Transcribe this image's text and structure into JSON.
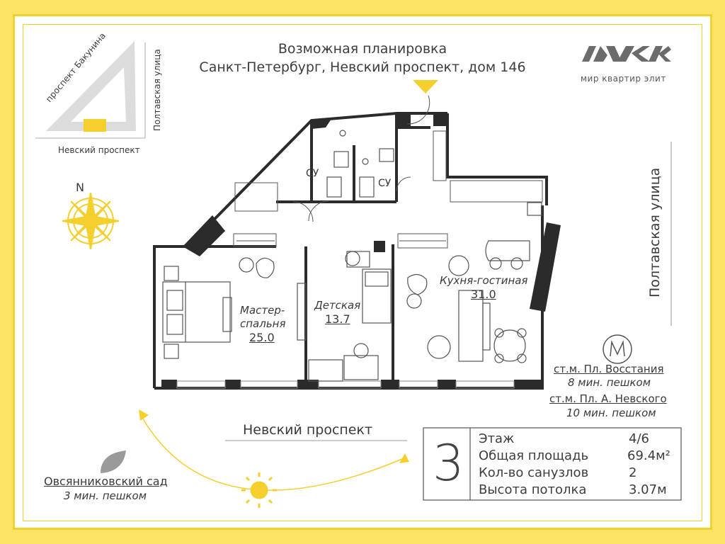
{
  "header": {
    "title_line1": "Возможная планировка",
    "title_line2": "Санкт-Петербург, Невский проспект, дом 146"
  },
  "logo": {
    "tagline": "мир квартир элит"
  },
  "minimap": {
    "street_bakunina": "проспект Бакунина",
    "street_poltavskaya": "Полтавская улица",
    "street_nevsky": "Невский проспект"
  },
  "compass": {
    "north": "N"
  },
  "streets": {
    "right": "Полтавская улица",
    "bottom": "Невский проспект"
  },
  "rooms": {
    "wc1": "СУ",
    "wc2": "СУ",
    "master_l1": "Мастер-",
    "master_l2": "спальня",
    "master_area": "25.0",
    "kids": "Детская",
    "kids_area": "13.7",
    "kitchen": "Кухня-гостиная",
    "kitchen_area": "31.0"
  },
  "metro": {
    "station1": "ст.м. Пл. Восстания",
    "time1": "8 мин. пешком",
    "station2": "ст.м. Пл. А. Невского",
    "time2": "10 мин. пешком"
  },
  "garden": {
    "name": "Овсянниковский сад",
    "time": "3 мин. пешком"
  },
  "info": {
    "rooms_count": "3",
    "rows": [
      {
        "label": "Этаж",
        "value": "4/6"
      },
      {
        "label": "Общая площадь",
        "value": "69.4м²"
      },
      {
        "label": "Кол-во санузлов",
        "value": "2"
      },
      {
        "label": "Высота потолка",
        "value": "3.07м"
      }
    ]
  },
  "colors": {
    "background": "#fbe366",
    "accent": "#f5cf2c",
    "wall": "#2b2b2b",
    "text": "#3d3d3d"
  }
}
